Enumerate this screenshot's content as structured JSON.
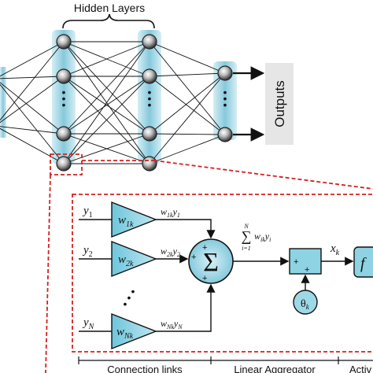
{
  "top": {
    "hidden_layers_label": "Hidden Layers",
    "outputs_label": "Outputs",
    "ellipsis": "•\n•\n•"
  },
  "neuron": {
    "inputs": [
      {
        "label": "y1",
        "sym": "y",
        "sub": "1"
      },
      {
        "label": "y2",
        "sym": "y",
        "sub": "2"
      },
      {
        "label": "yN",
        "sym": "y",
        "sub": "N"
      }
    ],
    "weights": [
      {
        "sym": "w",
        "sub": "1k"
      },
      {
        "sym": "w",
        "sub": "2k"
      },
      {
        "sym": "w",
        "sub": "Nk"
      }
    ],
    "weighted_outputs": [
      {
        "w": "w",
        "wsub": "1k",
        "y": "y",
        "ysub": "1"
      },
      {
        "w": "w",
        "wsub": "2k",
        "y": "y",
        "ysub": "2"
      },
      {
        "w": "w",
        "wsub": "Nk",
        "y": "y",
        "ysub": "N"
      }
    ],
    "sum_symbol": "Σ",
    "plus": "+",
    "summation": {
      "sigma": "∑",
      "upper": "N",
      "lower": "i=1",
      "term_w": "w",
      "term_wsub": "ik",
      "term_y": "y",
      "term_ysub": "i"
    },
    "bias": {
      "sym": "θ",
      "sub": "k"
    },
    "output": {
      "sym": "x",
      "sub": "k"
    },
    "activation_symbol": "f",
    "vertical_dots": "⋮"
  },
  "bottom_labels": {
    "connection_links": "Connection links",
    "linear_aggregator": "Linear Aggregator",
    "activation": "Activ"
  },
  "colors": {
    "layer_band": "#a8dbe8",
    "node_dark": "#3a3a3a",
    "node_light": "#f4f4f4",
    "triangle_fill": "#8ed3e3",
    "sum_fill": "#9ed8e6",
    "dashed_red": "#d42020"
  }
}
